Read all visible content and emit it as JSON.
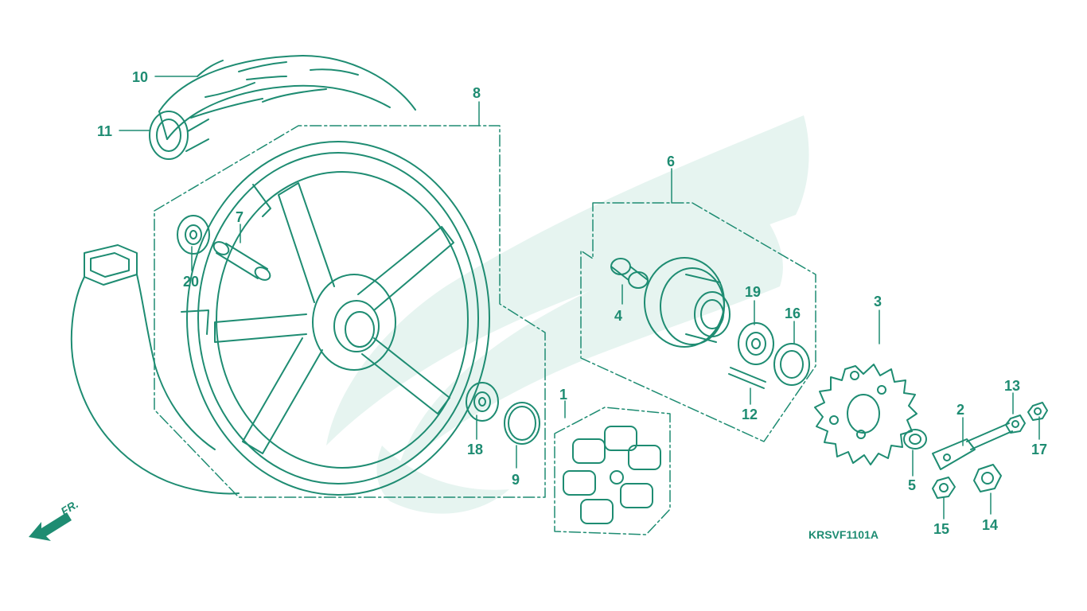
{
  "diagram": {
    "colors": {
      "line": "#1e8c72",
      "watermark": "#e6f4f0",
      "background": "#ffffff"
    },
    "direction_label": "FR.",
    "diagram_code": "KRSVF1101A",
    "callouts": [
      {
        "id": "1",
        "label": "1"
      },
      {
        "id": "2",
        "label": "2"
      },
      {
        "id": "3",
        "label": "3"
      },
      {
        "id": "4",
        "label": "4"
      },
      {
        "id": "5",
        "label": "5"
      },
      {
        "id": "6",
        "label": "6"
      },
      {
        "id": "7",
        "label": "7"
      },
      {
        "id": "8",
        "label": "8"
      },
      {
        "id": "9",
        "label": "9"
      },
      {
        "id": "10",
        "label": "10"
      },
      {
        "id": "11",
        "label": "11"
      },
      {
        "id": "12",
        "label": "12"
      },
      {
        "id": "13",
        "label": "13"
      },
      {
        "id": "14",
        "label": "14"
      },
      {
        "id": "15",
        "label": "15"
      },
      {
        "id": "16",
        "label": "16"
      },
      {
        "id": "17",
        "label": "17"
      },
      {
        "id": "18",
        "label": "18"
      },
      {
        "id": "19",
        "label": "19"
      },
      {
        "id": "20",
        "label": "20"
      }
    ]
  }
}
